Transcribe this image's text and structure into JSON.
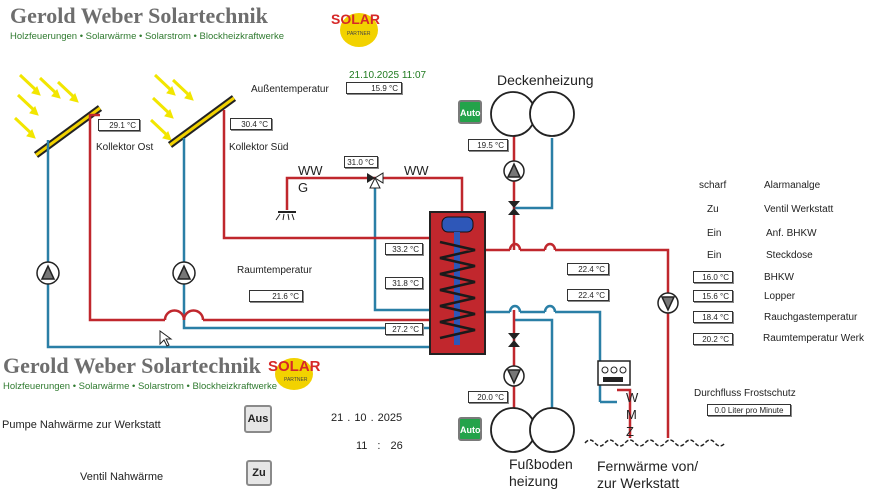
{
  "header": {
    "company": "Gerold Weber Solartechnik",
    "tagline": "Holzfeuerungen • Solarwärme • Solarstrom • Blockheizkraftwerke",
    "logo_text": "SOLAR",
    "logo_sub": "PARTNER"
  },
  "datetime": "21.10.2025  11:07",
  "outside": {
    "label": "Außentemperatur",
    "value": "15.9 °C"
  },
  "collectors": [
    {
      "label": "Kollektor Ost",
      "temp": "29.1 °C"
    },
    {
      "label": "Kollektor Süd",
      "temp": "30.4 °C"
    }
  ],
  "ww": {
    "left": "WW",
    "right": "WW",
    "g": "G",
    "temp": "31.0 °C"
  },
  "room": {
    "label": "Raumtemperatur",
    "value": "21.6 °C"
  },
  "tank": {
    "t1": "33.2 °C",
    "t2": "31.8 °C",
    "t3": "27.2 °C"
  },
  "lines": {
    "t1": "22.4 °C",
    "t2": "22.4 °C"
  },
  "ceiling": {
    "label": "Deckenheizung",
    "auto": "Auto",
    "temp": "19.5 °C"
  },
  "floor": {
    "label1": "Fußboden",
    "label2": "heizung",
    "auto": "Auto",
    "temp": "20.0 °C"
  },
  "district": {
    "label1": "Fernwärme von/",
    "label2": "zur Werkstatt",
    "wmz": [
      "W",
      "M",
      "Z"
    ]
  },
  "status": [
    {
      "value": "scharf",
      "name": "Alarmanalge"
    },
    {
      "value": "Zu",
      "name": "Ventil Werkstatt"
    },
    {
      "value": "Ein",
      "name": "Anf. BHKW"
    },
    {
      "value": "Ein",
      "name": "Steckdose"
    }
  ],
  "readings": [
    {
      "value": "16.0 °C",
      "name": "BHKW"
    },
    {
      "value": "15.6 °C",
      "name": "Lopper"
    },
    {
      "value": "18.4 °C",
      "name": "Rauchgastemperatur"
    },
    {
      "value": "20.2 °C",
      "name": "Raumtemperatur Werk"
    }
  ],
  "flow": {
    "label": "Durchfluss Frostschutz",
    "value": "0.0 Liter pro Minute"
  },
  "panel": {
    "pump_label": "Pumpe  Nahwärme zur Werkstatt",
    "pump_button": "Aus",
    "valve_label": "Ventil Nahwärme",
    "valve_button": "Zu",
    "date_parts": [
      "21",
      ".",
      "10",
      ".",
      "2025"
    ],
    "time_parts": [
      "11",
      ":",
      "26"
    ]
  },
  "colors": {
    "hot": "#c0272d",
    "cold": "#2a7fa6",
    "tank": "#c1272d",
    "coil": "#2e57b8",
    "auto": "#23a34a",
    "logo_yellow": "#f2d200"
  }
}
